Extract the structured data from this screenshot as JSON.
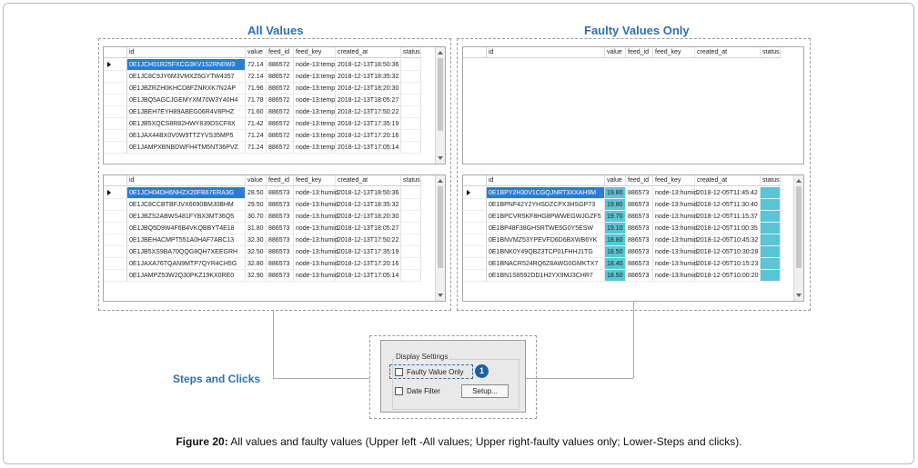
{
  "headings": {
    "all_values": "All Values",
    "faulty_values": "Faulty Values Only",
    "steps": "Steps and Clicks"
  },
  "columns": [
    "id",
    "value",
    "feed_id",
    "feed_key",
    "created_at",
    "status"
  ],
  "grid_all_temp": [
    {
      "id": "0E1JCH01R25FXCG3KV1S2RN0W3",
      "value": "72.14",
      "feed_id": "886572",
      "feed_key": "node-13:temp",
      "created_at": "2018-12-13T18:50:36",
      "status": ""
    },
    {
      "id": "0E1JC8C9JY6M3VMXZ6GYTW4357",
      "value": "72.14",
      "feed_id": "886572",
      "feed_key": "node-13:temp",
      "created_at": "2018-12-13T18:35:32",
      "status": ""
    },
    {
      "id": "0E1JBZRZH0KHCD8FZNRXK7N2AP",
      "value": "71.96",
      "feed_id": "886572",
      "feed_key": "node-13:temp",
      "created_at": "2018-12-13T18:20:30",
      "status": ""
    },
    {
      "id": "0E1JBQ5AGCJGEMYXM70W3Y40H4",
      "value": "71.78",
      "feed_id": "886572",
      "feed_key": "node-13:temp",
      "created_at": "2018-12-13T18:05:27",
      "status": ""
    },
    {
      "id": "0E1JBEH7EYH89ABEG06R4V8PHZ",
      "value": "71.60",
      "feed_id": "886572",
      "feed_key": "node-13:temp",
      "created_at": "2018-12-13T17:50:22",
      "status": ""
    },
    {
      "id": "0E1JB5XQCS8R82HWY839DSCF8X",
      "value": "71.42",
      "feed_id": "886572",
      "feed_key": "node-13:temp",
      "created_at": "2018-12-13T17:35:19",
      "status": ""
    },
    {
      "id": "0E1JAX44BX0V0W9TTZYVS35MP5",
      "value": "71.24",
      "feed_id": "886572",
      "feed_key": "node-13:temp",
      "created_at": "2018-12-13T17:20:16",
      "status": ""
    },
    {
      "id": "0E1JAMPXBNBDWFH4TM5NT36PVZ",
      "value": "71.24",
      "feed_id": "886572",
      "feed_key": "node-13:temp",
      "created_at": "2018-12-13T17:05:14",
      "status": ""
    }
  ],
  "grid_all_humid": [
    {
      "id": "0E1JCH04DH6NHZX20FB67ERA3G",
      "value": "28.50",
      "feed_id": "886573",
      "feed_key": "node-13:humid",
      "created_at": "2018-12-13T18:50:36",
      "status": ""
    },
    {
      "id": "0E1JC8CCBTBFJVX6690BMJ0BHM",
      "value": "29.50",
      "feed_id": "886573",
      "feed_key": "node-13:humid",
      "created_at": "2018-12-13T18:35:32",
      "status": ""
    },
    {
      "id": "0E1JBZS2ABWS481FYBX3MT36Q5",
      "value": "30.70",
      "feed_id": "886573",
      "feed_key": "node-13:humid",
      "created_at": "2018-12-13T18:20:30",
      "status": ""
    },
    {
      "id": "0E1JBQ5D9W4F6B4VKQBBYT4E18",
      "value": "31.80",
      "feed_id": "886573",
      "feed_key": "node-13:humid",
      "created_at": "2018-12-13T18:05:27",
      "status": ""
    },
    {
      "id": "0E1JBEHACMPT551A0HAF7ABC13",
      "value": "32.30",
      "feed_id": "886573",
      "feed_key": "node-13:humid",
      "created_at": "2018-12-13T17:50:22",
      "status": ""
    },
    {
      "id": "0E1JB5XS9BA70QQG8QH7XEEGRH",
      "value": "32.50",
      "feed_id": "886573",
      "feed_key": "node-13:humid",
      "created_at": "2018-12-13T17:35:19",
      "status": ""
    },
    {
      "id": "0E1JAXA76TQAN9MTP7QYR4CH5G",
      "value": "32.80",
      "feed_id": "886573",
      "feed_key": "node-13:humid",
      "created_at": "2018-12-13T17:20:16",
      "status": ""
    },
    {
      "id": "0E1JAMPZ53W2Q30PKZ19KX0RE0",
      "value": "32.90",
      "feed_id": "886573",
      "feed_key": "node-13:humid",
      "created_at": "2018-12-13T17:05:14",
      "status": ""
    }
  ],
  "grid_faulty_humid": [
    {
      "id": "0E1BPY2H30V1CGQJNRT3XXAH9M",
      "value": "19.80",
      "feed_id": "886573",
      "feed_key": "node-13:humid",
      "created_at": "2018-12-05T11:45:42",
      "status": ""
    },
    {
      "id": "0E1BPNF42Y2YHSDZCPX3HSGP73",
      "value": "19.80",
      "feed_id": "886573",
      "feed_key": "node-13:humid",
      "created_at": "2018-12-05T11:30:40",
      "status": ""
    },
    {
      "id": "0E1BPCVR5KF8HG8PWWEGWJGZF5",
      "value": "19.70",
      "feed_id": "886573",
      "feed_key": "node-13:humid",
      "created_at": "2018-12-05T11:15:37",
      "status": ""
    },
    {
      "id": "0E1BP48F38GHSRTWE5G0Y5ESW",
      "value": "19.10",
      "feed_id": "886573",
      "feed_key": "node-13:humid",
      "created_at": "2018-12-05T11:00:35",
      "status": ""
    },
    {
      "id": "0E1BNVMZ53YPEVFD6D6BXWB6YK",
      "value": "18.80",
      "feed_id": "886573",
      "feed_key": "node-13:humid",
      "created_at": "2018-12-05T10:45:32",
      "status": ""
    },
    {
      "id": "0E1BNK0Y49QBZ3TCP01FHHJ1TG",
      "value": "18.50",
      "feed_id": "886573",
      "feed_key": "node-13:humid",
      "created_at": "2018-12-05T10:30:28",
      "status": ""
    },
    {
      "id": "0E1BNACR524RQ6Z8AWG0GMKTX7",
      "value": "18.40",
      "feed_id": "886573",
      "feed_key": "node-13:humid",
      "created_at": "2018-12-05T10:15:23",
      "status": ""
    },
    {
      "id": "0E1BN1S8592DD1H2YX9MJ3CHR7",
      "value": "18.50",
      "feed_id": "886573",
      "feed_key": "node-13:humid",
      "created_at": "2018-12-05T10:00:20",
      "status": ""
    }
  ],
  "display_settings": {
    "title": "Display Settings",
    "faulty_label": "Faulty Value Only",
    "date_filter_label": "Date Filter",
    "setup_label": "Setup...",
    "step_number": "1"
  },
  "caption": {
    "bold": "Figure 20:",
    "text": " All values and faulty values (Upper left -All values; Upper right-faulty values only; Lower-Steps and clicks)."
  },
  "colors": {
    "heading": "#2f6fae",
    "selection": "#2e7ad1",
    "faulty_highlight": "#58c6d6",
    "badge": "#1f5fa0"
  }
}
